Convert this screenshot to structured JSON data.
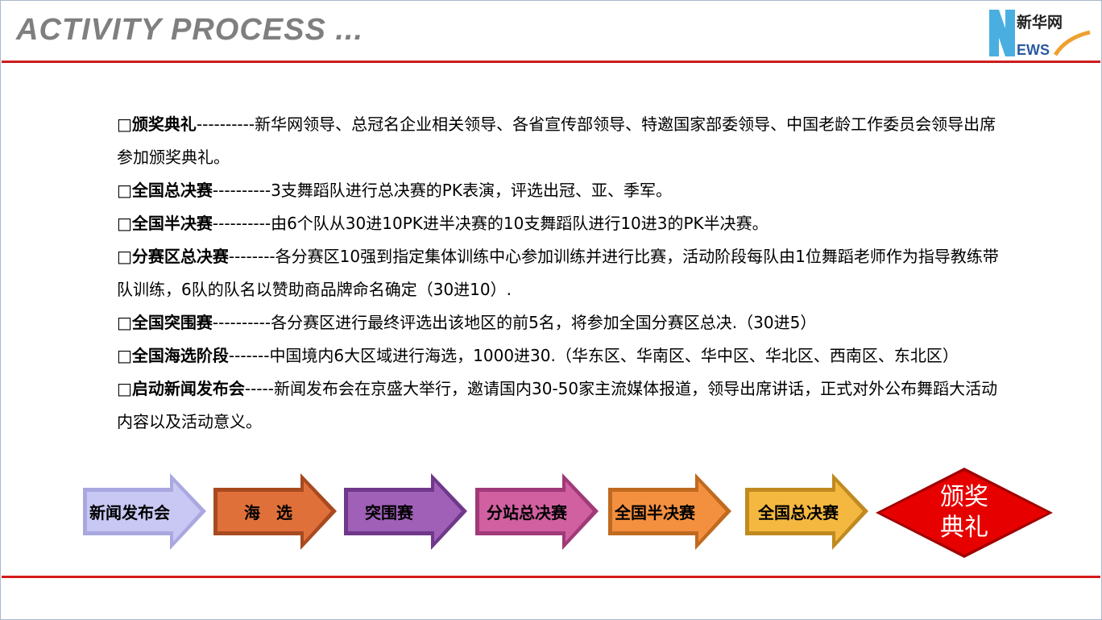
{
  "header": {
    "title": "ACTIVITY PROCESS ...",
    "logo_text": "新华网 NEWS"
  },
  "items": [
    {
      "bullet": "□",
      "title": "颁奖典礼",
      "dashes": "----------",
      "text": "新华网领导、总冠名企业相关领导、各省宣传部领导、特邀国家部委领导、中国老龄工作委员会领导出席参加颁奖典礼。"
    },
    {
      "bullet": "□",
      "title": "全国总决赛",
      "dashes": "----------",
      "text": "3支舞蹈队进行总决赛的PK表演，评选出冠、亚、季军。"
    },
    {
      "bullet": "□",
      "title": "全国半决赛",
      "dashes": "----------",
      "text": "由6个队从30进10PK进半决赛的10支舞蹈队进行10进3的PK半决赛。"
    },
    {
      "bullet": "□",
      "title": "分赛区总决赛",
      "dashes": "--------",
      "text": "各分赛区10强到指定集体训练中心参加训练并进行比赛，活动阶段每队由1位舞蹈老师作为指导教练带队训练，6队的队名以赞助商品牌命名确定（30进10）."
    },
    {
      "bullet": "□",
      "title": "全国突围赛",
      "dashes": "----------",
      "text": "各分赛区进行最终评选出该地区的前5名，将参加全国分赛区总决.（30进5）"
    },
    {
      "bullet": "□",
      "title": "全国海选阶段",
      "dashes": "-------",
      "text": "中国境内6大区域进行海选，1000进30.（华东区、华南区、华中区、华北区、西南区、东北区）"
    },
    {
      "bullet": "□",
      "title": "启动新闻发布会",
      "dashes": "-----",
      "text": "新闻发布会在京盛大举行，邀请国内30-50家主流媒体报道，领导出席讲话，正式对外公布舞蹈大活动内容以及活动意义。"
    }
  ],
  "flow": [
    {
      "label": "新闻发布会",
      "color": "#c9c8f4",
      "edge": "#a9a8e0"
    },
    {
      "label": "海　选",
      "color": "#e0703a",
      "edge": "#a84a20"
    },
    {
      "label": "突围赛",
      "color": "#a060b8",
      "edge": "#70388a"
    },
    {
      "label": "分站总决赛",
      "color": "#d060a0",
      "edge": "#a03a78"
    },
    {
      "label": "全国半决赛",
      "color": "#f39040",
      "edge": "#c06a20"
    },
    {
      "label": "全国总决赛",
      "color": "#f4b840",
      "edge": "#c08a20"
    }
  ],
  "final": {
    "line1": "颁奖",
    "line2": "典礼",
    "color": "#e60000"
  }
}
